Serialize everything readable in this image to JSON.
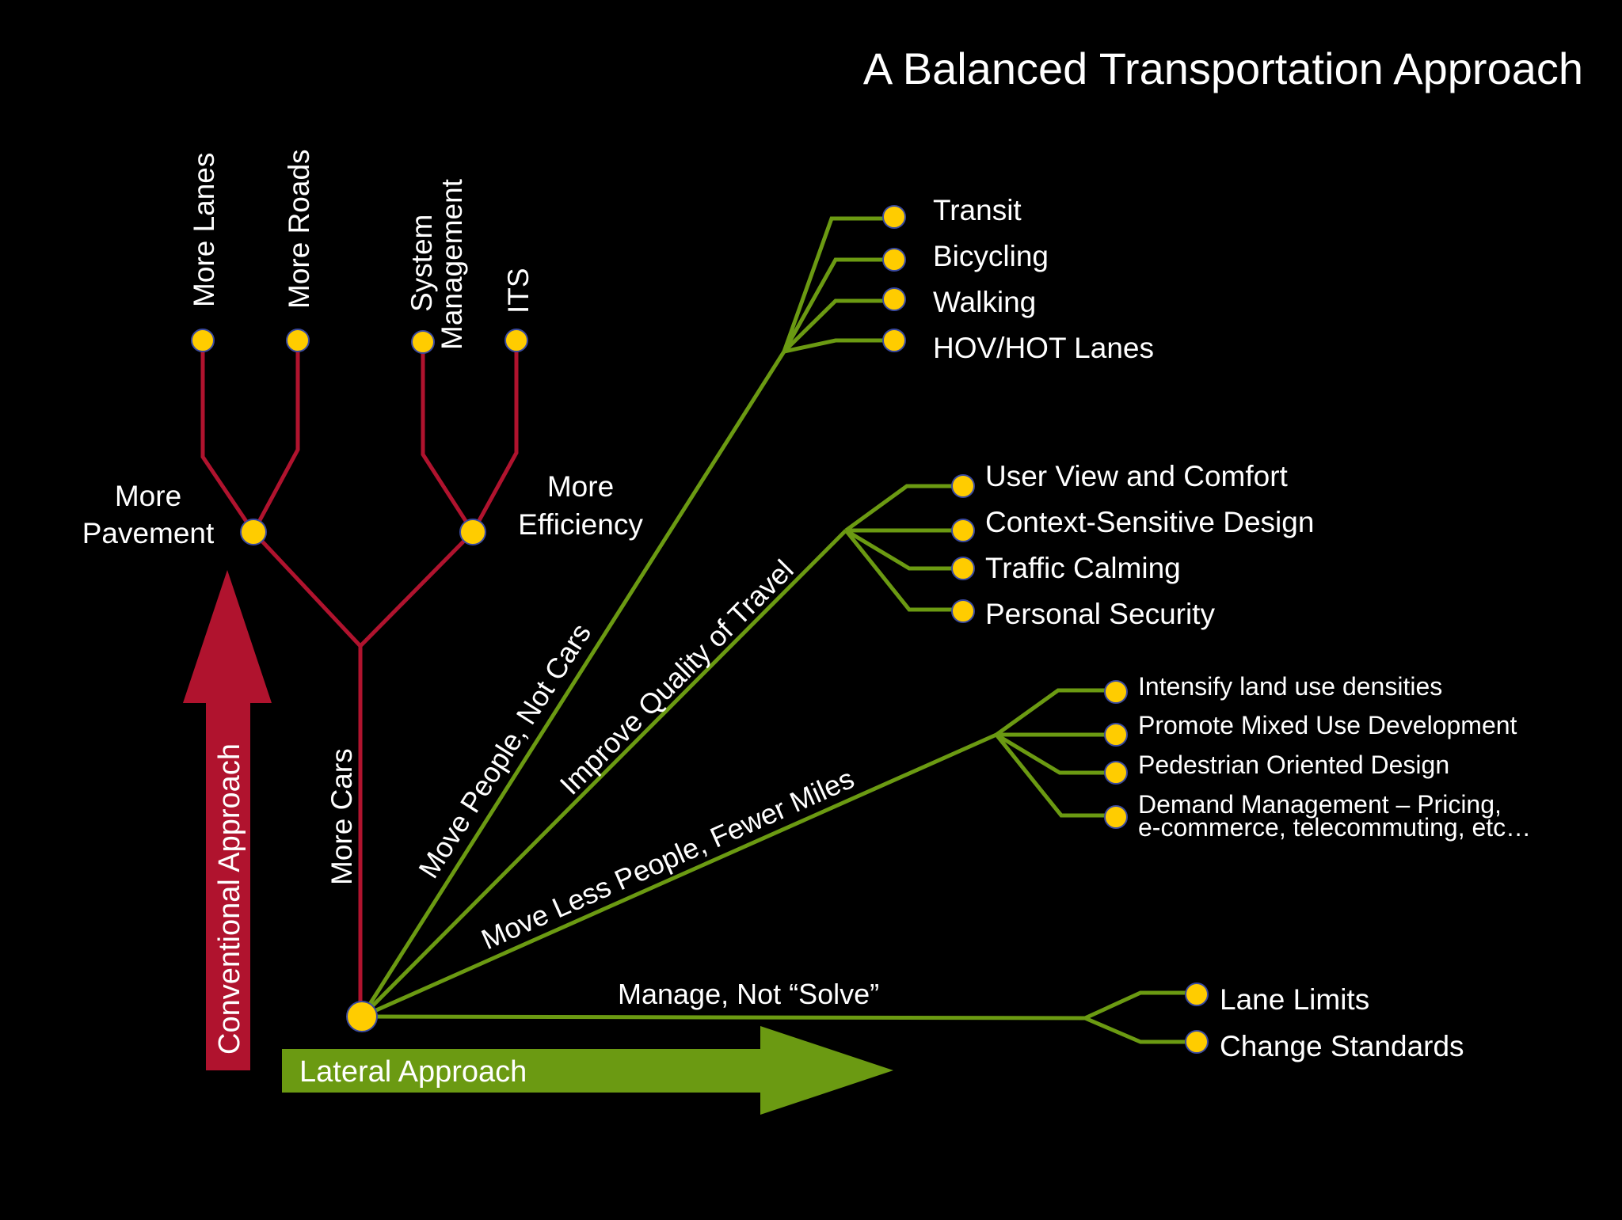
{
  "title": "A Balanced Transportation Approach",
  "colors": {
    "background": "#000000",
    "conventional": "#b0132e",
    "lateral": "#6b9a12",
    "node_fill": "#ffcc00",
    "node_stroke": "#3a4aa0",
    "text": "#ffffff"
  },
  "conventional": {
    "arrow_label": "Conventional Approach",
    "trunk_label": "More Cars",
    "pavement": {
      "label_line1": "More",
      "label_line2": "Pavement",
      "leaves": [
        "More Lanes",
        "More Roads"
      ]
    },
    "efficiency": {
      "label_line1": "More",
      "label_line2": "Efficiency",
      "leaves_line1": [
        "System",
        "ITS"
      ],
      "leaves_line2": [
        "Management",
        ""
      ]
    }
  },
  "lateral": {
    "arrow_label": "Lateral Approach",
    "branches": [
      {
        "label": "Move People, Not Cars",
        "items": [
          "Transit",
          "Bicycling",
          "Walking",
          "HOV/HOT Lanes"
        ]
      },
      {
        "label": "Improve Quality of Travel",
        "items": [
          "User View and Comfort",
          "Context-Sensitive Design",
          "Traffic Calming",
          "Personal Security"
        ]
      },
      {
        "label": "Move Less People, Fewer Miles",
        "items": [
          "Intensify land use densities",
          "Promote Mixed Use Development",
          "Pedestrian Oriented Design",
          "Demand Management – Pricing,"
        ],
        "item4_line2": "e-commerce, telecommuting, etc…"
      },
      {
        "label": "Manage, Not “Solve”",
        "items": [
          "Lane Limits",
          "Change Standards"
        ]
      }
    ]
  }
}
